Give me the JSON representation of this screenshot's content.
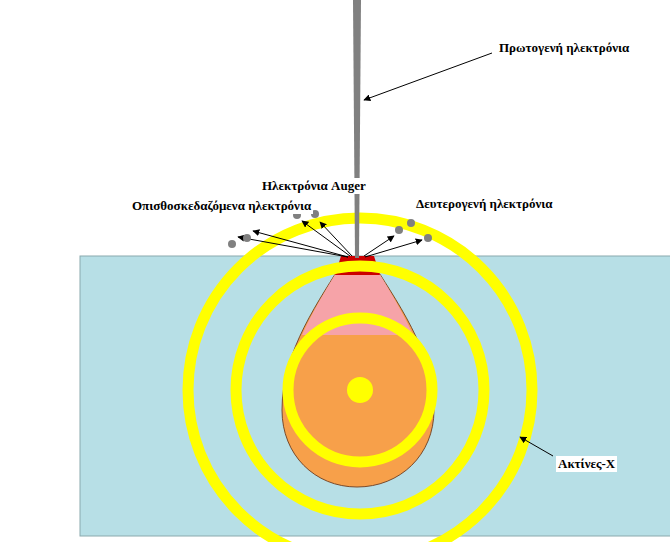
{
  "diagram": {
    "labels": [
      "Πρωτογενή ηλεκτρόνια",
      "Ηλεκτρόνια Auger",
      "Οπισθοσκεδαζόμενα ηλεκτρόνια",
      "Δευτερογενή ηλεκτρόνια",
      "Ακτίνες-Χ"
    ]
  }
}
